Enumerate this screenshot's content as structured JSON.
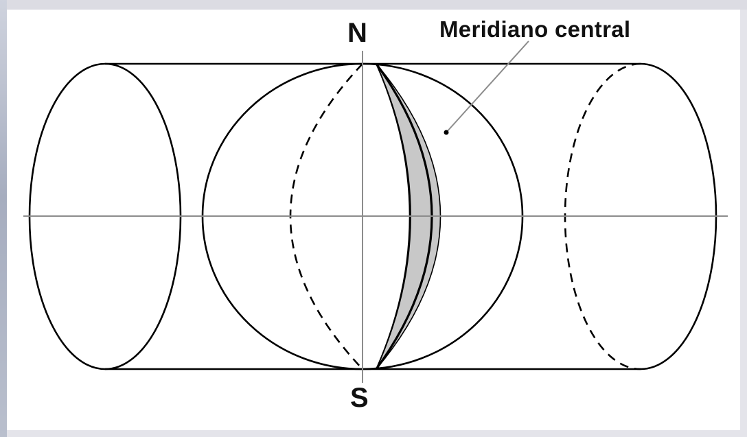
{
  "labels": {
    "north": "N",
    "south": "S",
    "meridian": "Meridiano central"
  },
  "colors": {
    "background": "#ffffff",
    "stroke": "#000000",
    "axis": "#8c8c8c",
    "highlight_fill": "#c8c8c8"
  }
}
